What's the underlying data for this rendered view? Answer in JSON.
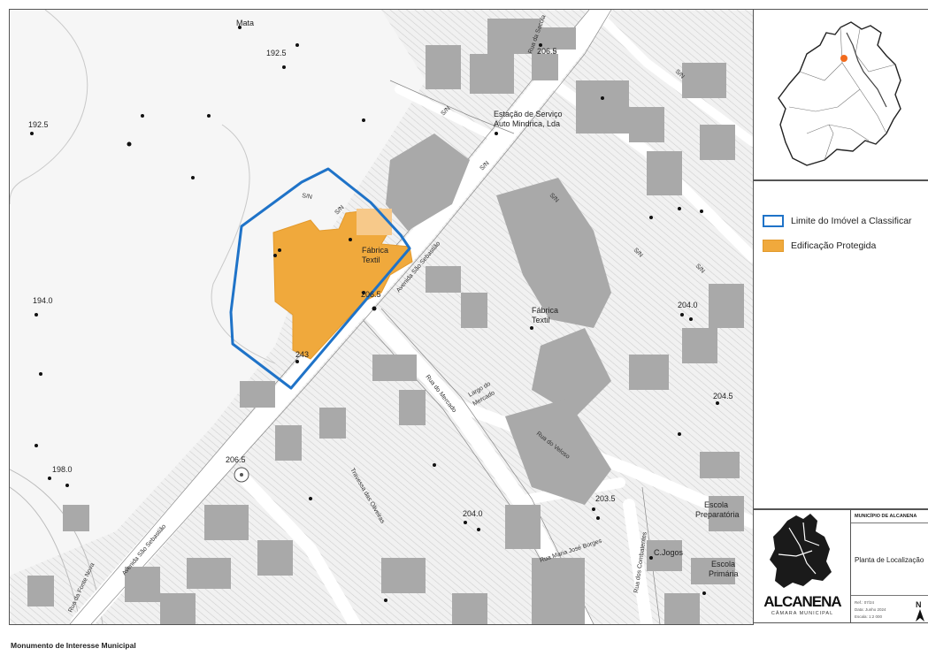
{
  "map": {
    "labels": {
      "mata": "Mata",
      "elev_192_5_a": "192.5",
      "elev_192_5_b": "192.5",
      "elev_206_5_top": "206.5",
      "elev_206_5_mid": "206.5",
      "elev_206_5_bottom": "206.5",
      "elev_194_0": "194.0",
      "elev_198_0": "198.0",
      "elev_243": "243",
      "elev_204_0_right": "204.0",
      "elev_204_5": "204.5",
      "elev_204_0_bottom": "204.0",
      "elev_203_5": "203.5",
      "station_line1": "Estação de Serviço",
      "station_line2": "Auto Mindrica, Lda",
      "fabrica_a_line1": "Fábrica",
      "fabrica_a_line2": "Textil",
      "fabrica_b_line1": "Fábrica",
      "fabrica_b_line2": "Textil",
      "escola_prep_line1": "Escola",
      "escola_prep_line2": "Preparatória",
      "escola_prim_line1": "Escola",
      "escola_prim_line2": "Primária",
      "c_jogos": "C.Jogos",
      "sn": "S/N",
      "av_sao_sebastiao": "Avenida São Sebastião",
      "rua_do_mercado": "Rua do Mercado",
      "rua_do_veloso": "Rua do Veloso",
      "rua_maria_jose_borges": "Rua Maria José Borges",
      "travessa_oliveiras": "Travessa das Oliveiras",
      "largo_mercado_line1": "Largo do",
      "largo_mercado_line2": "Mercado",
      "rua_da_fonte": "Rua da Fonte Nova",
      "rua_dos_combatentes": "Rua dos Combatentes",
      "rua_da_sacola": "Rua da Sacola"
    }
  },
  "legend": {
    "items": [
      {
        "label": "Limite do Imóvel a Classificar"
      },
      {
        "label": "Edificação Protegida"
      }
    ]
  },
  "title_block": {
    "municipality": "MUNICÍPIO DE ALCANENA",
    "plan_title": "Planta de Localização",
    "meta_ref": "Ref.: 07/24",
    "meta_date": "Data: Junho 2024",
    "meta_scale": "Escala: 1:2 000",
    "logo_word": "ALCANENA",
    "logo_sub": "CÂMARA MUNICIPAL",
    "north": "N"
  },
  "footer": {
    "caption": "Monumento de Interesse Municipal"
  },
  "colors": {
    "boundary": "#1f73c8",
    "protected": "#f0a93c",
    "building": "#a9a9a9"
  }
}
